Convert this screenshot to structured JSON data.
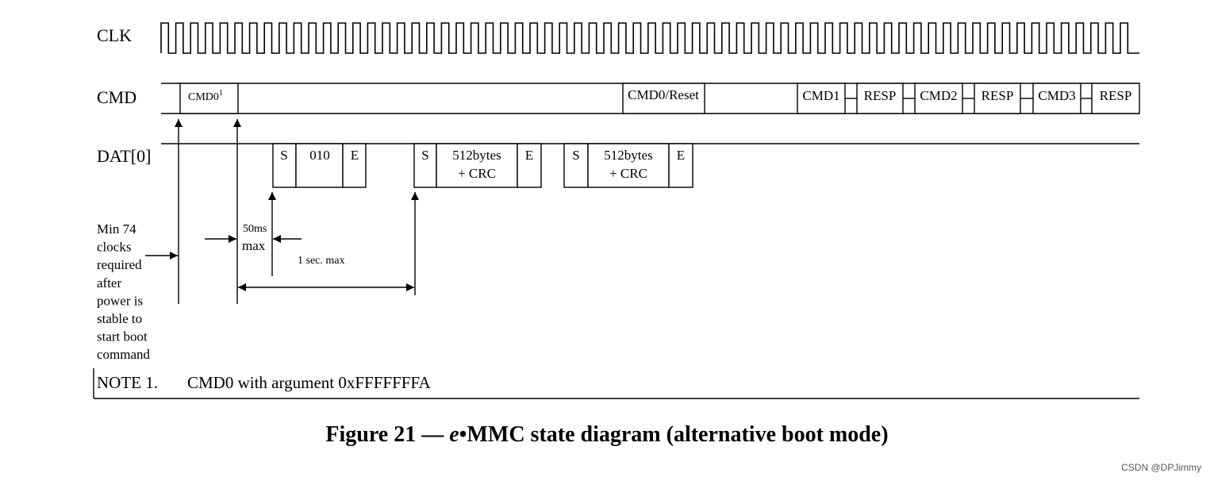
{
  "signals": {
    "clk": "CLK",
    "cmd": "CMD",
    "dat0": "DAT[0]"
  },
  "cmd_line": {
    "cmd0_first": "CMD0",
    "cmd0_first_sup": "1",
    "cmd0_reset": "CMD0/Reset",
    "cmd1": "CMD1",
    "resp1": "RESP",
    "cmd2": "CMD2",
    "resp2": "RESP",
    "cmd3": "CMD3",
    "resp3": "RESP"
  },
  "dat_line": {
    "block1": {
      "start": "S",
      "body": "010",
      "end": "E"
    },
    "block2": {
      "start": "S",
      "body_line1": "512bytes",
      "body_line2": "+ CRC",
      "end": "E"
    },
    "block3": {
      "start": "S",
      "body_line1": "512bytes",
      "body_line2": "+ CRC",
      "end": "E"
    }
  },
  "annotations": {
    "min_clocks": [
      "Min 74",
      "clocks",
      "required",
      "after",
      "power is",
      "stable to",
      "start boot",
      "command"
    ],
    "t50_line1": "50ms",
    "t50_line2": "max",
    "t1s": "1 sec. max"
  },
  "note": {
    "label": "NOTE 1.",
    "text": "CMD0 with argument 0xFFFFFFFA"
  },
  "caption": {
    "prefix": "Figure 21 — ",
    "italic": "e",
    "suffix": "•MMC state diagram (alternative boot mode)"
  },
  "watermark": "CSDN @DPJimmy"
}
